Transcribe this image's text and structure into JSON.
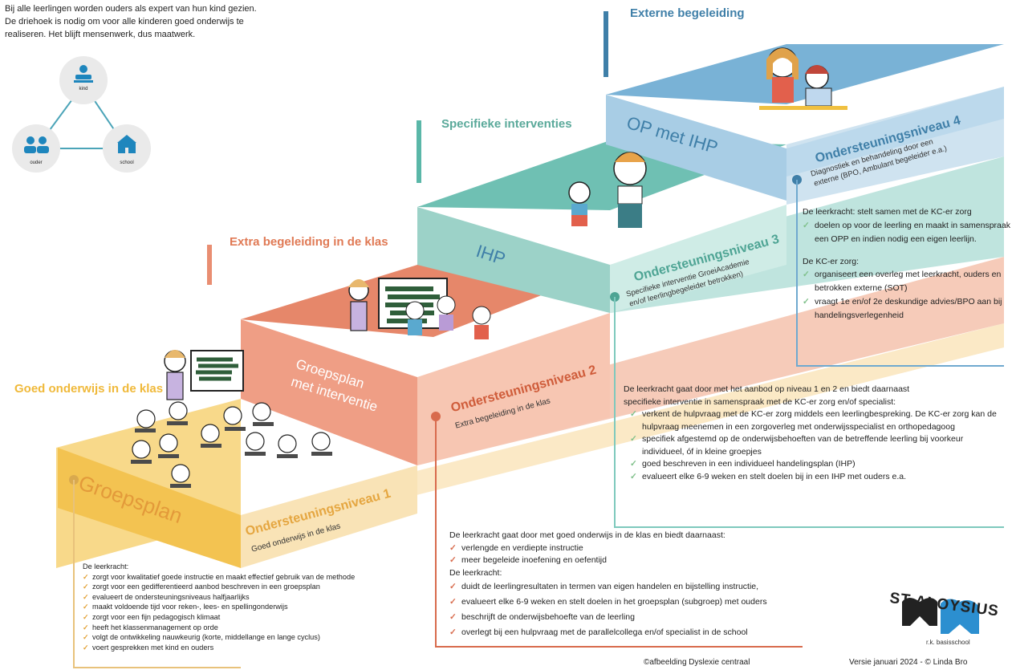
{
  "intro": {
    "line1": "Bij alle leerlingen worden ouders als expert van hun kind gezien.",
    "line2": "De driehoek is nodig om voor alle kinderen goed onderwijs te",
    "line3": "realiseren. Het blijft mensenwerk, dus maatwerk."
  },
  "triangle": {
    "kind": "kind",
    "ouder": "ouder",
    "school": "school"
  },
  "colors": {
    "yellow": "#f3c351",
    "salmon": "#e98e72",
    "teal": "#7ec9bd",
    "blue": "#6fa9cf",
    "green_text": "#5aa99a",
    "orange_text": "#e07a55",
    "blue_text": "#3f7fa8"
  },
  "levels": {
    "l1": {
      "header": "Goed onderwijs in de klas",
      "front": "Groepsplan",
      "name": "Ondersteuningsniveau 1",
      "sub": "Goed onderwijs in de klas"
    },
    "l2": {
      "header": "Extra begeleiding in de klas",
      "front_a": "Groepsplan",
      "front_b": "met interventie",
      "name": "Ondersteuningsniveau 2",
      "sub": "Extra begeleiding in de klas"
    },
    "l3": {
      "header": "Specifieke interventies",
      "front": "IHP",
      "name": "Ondersteuningsniveau 3",
      "sub_a": "Specifieke interventie GroeiAcademie",
      "sub_b": "en/of leerlingbegeleider betrokken)"
    },
    "l4": {
      "header": "Externe begeleiding",
      "front": "OP met IHP",
      "name": "Ondersteuningsniveau 4",
      "sub_a": "Diagnostiek en behandeling door een",
      "sub_b": "externe (BPO, Ambulant begeleider e.a.)"
    }
  },
  "block1": {
    "intro": "De leerkracht:",
    "items": [
      "zorgt voor kwalitatief goede instructie en maakt effectief gebruik van de methode",
      "zorgt voor een gedifferentieerd aanbod beschreven in een groepsplan",
      "evalueert de ondersteuningsniveaus halfjaarlijks",
      "maakt voldoende tijd voor reken-, lees- en spellingonderwijs",
      "zorgt voor een fijn pedagogisch klimaat",
      "heeft het klassenmanagement op orde",
      "volgt de ontwikkeling nauwkeurig (korte, middellange en lange cyclus)",
      "voert gesprekken met kind en ouders"
    ]
  },
  "block2": {
    "intro": "De leerkracht gaat door met goed onderwijs in de klas en biedt daarnaast:",
    "items_a": [
      "verlengde en verdiepte instructie",
      "meer begeleide inoefening en oefentijd"
    ],
    "intro_b": "De leerkracht:",
    "items_b": [
      "duidt de leerlingresultaten in termen van eigen handelen en bijstelling instructie,",
      "evalueert elke 6-9 weken en stelt doelen in het groepsplan (subgroep) met ouders",
      "beschrijft de onderwijsbehoefte van de leerling",
      "overlegt bij een hulpvraag met de parallelcollega en/of specialist in de school"
    ]
  },
  "block3": {
    "intro_a": "De leerkracht gaat door met het aanbod op niveau 1 en 2 en biedt daarnaast",
    "intro_b": "specifieke interventie in samenspraak met de KC-er zorg en/of specialist:",
    "items": [
      "verkent de hulpvraag met de KC-er zorg middels een leerlingbespreking. De KC-er zorg kan de hulpvraag meenemen in een zorgoverleg met onderwijsspecialist en orthopedagoog",
      "specifiek afgestemd op de onderwijsbehoeften van de  betreffende leerling bij voorkeur individueel, óf in kleine groepjes",
      "goed beschreven in een individueel handelingsplan (IHP)",
      "evalueert elke 6-9 weken en stelt doelen bij in een IHP met ouders e.a."
    ]
  },
  "block4": {
    "intro": "De leerkracht: stelt samen met de KC-er zorg",
    "item": "doelen op voor de leerling en maakt in samenspraak een OPP en indien nodig een eigen leerlijn.",
    "intro_b": "De KC-er zorg:",
    "items_b": [
      "organiseert een overleg met leerkracht, ouders en betrokken externe (SOT)",
      "vraagt 1e en/of 2e deskundige advies/BPO aan bij handelingsverlegenheid"
    ]
  },
  "logo": {
    "name": "ST ALOYSIUS",
    "sub": "r.k. basisschool"
  },
  "footer": {
    "credit": "©afbeelding Dyslexie centraal",
    "version": "Versie januari 2024 - © Linda Bro"
  }
}
